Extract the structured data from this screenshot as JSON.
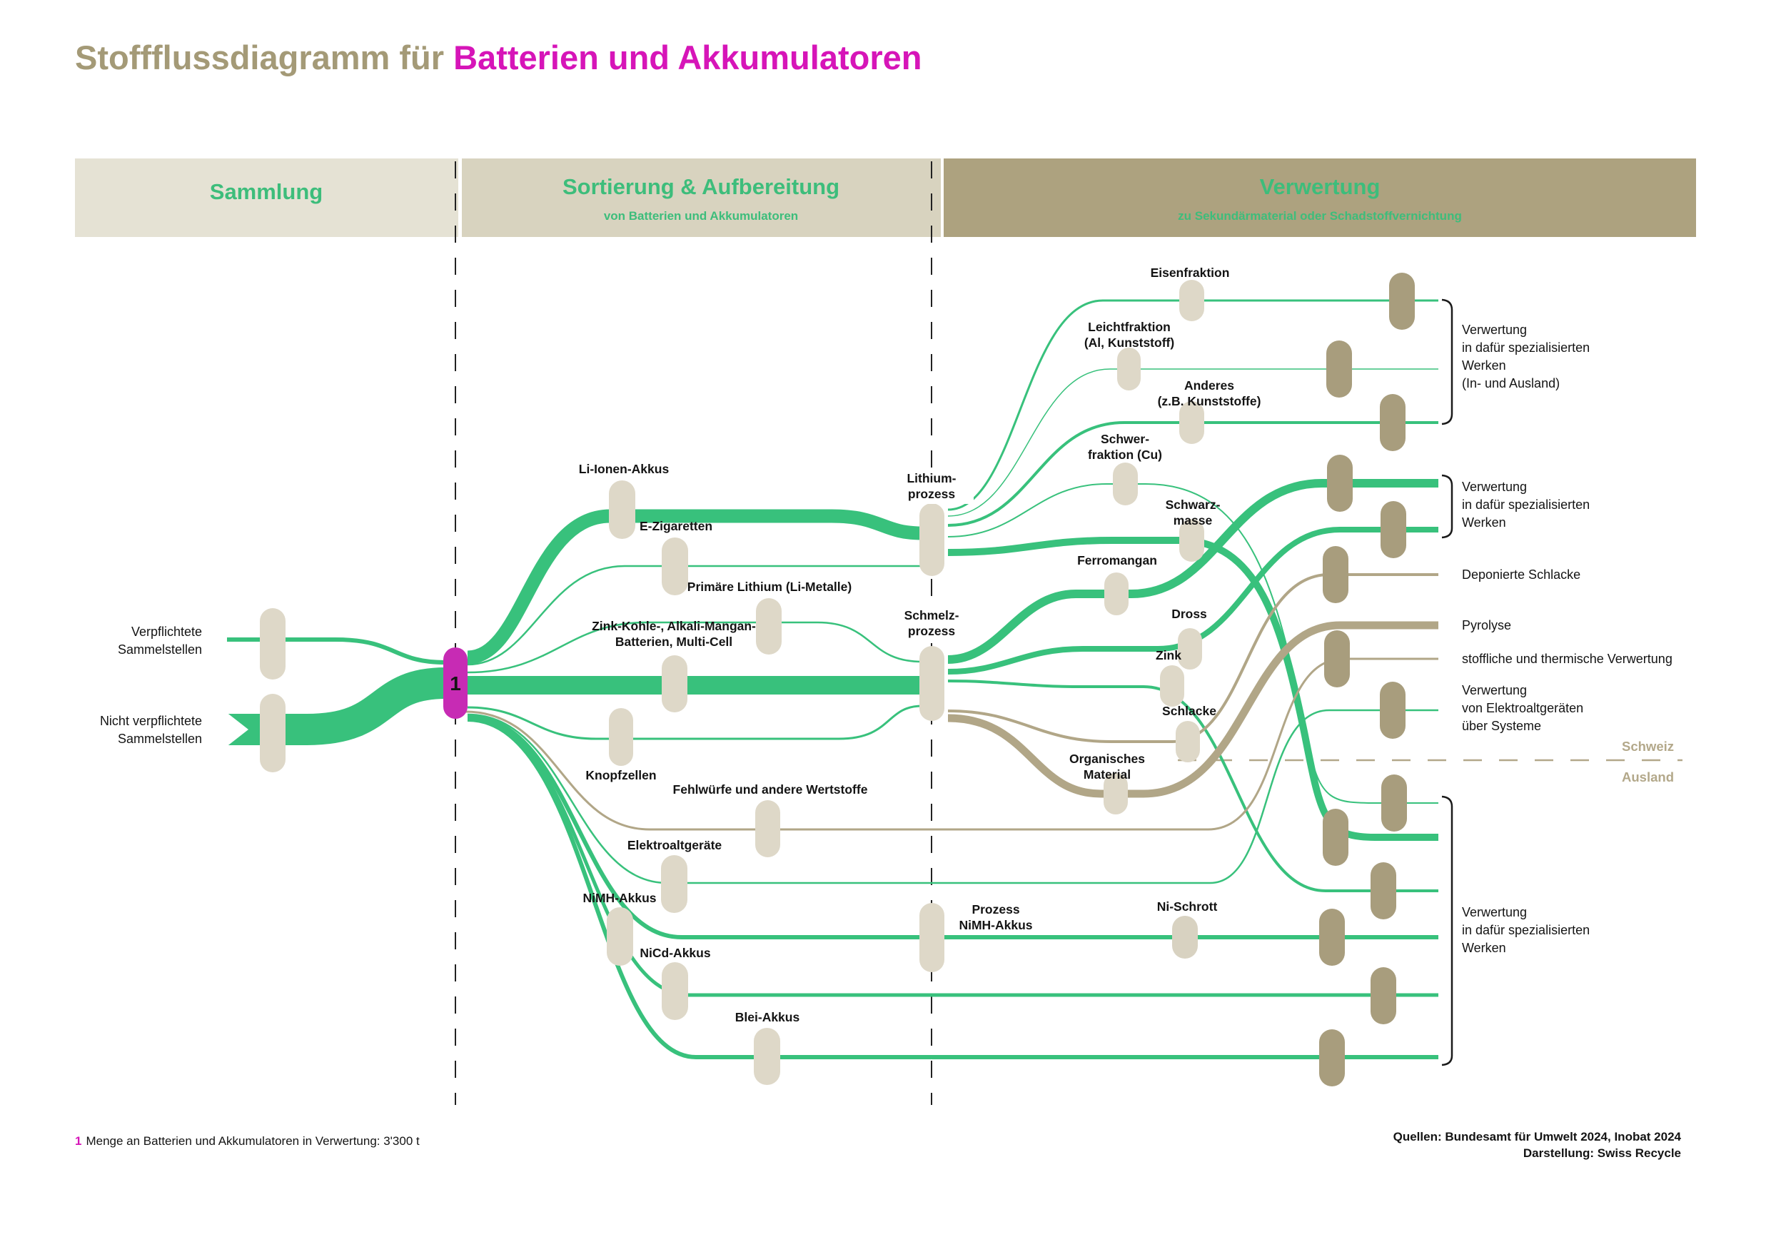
{
  "title": {
    "prefix": "Stoffflussdiagramm für ",
    "highlight": "Batterien und Akkumulatoren"
  },
  "stages": [
    {
      "label": "Sammlung",
      "sublabel": ""
    },
    {
      "label": "Sortierung & Aufbereitung",
      "sublabel": "von Batterien und Akkumulatoren"
    },
    {
      "label": "Verwertung",
      "sublabel": "zu Sekundärmaterial oder Schadstoffvernichtung"
    }
  ],
  "sources": [
    {
      "lines": [
        "Verpflichtete",
        "Sammelstellen"
      ]
    },
    {
      "lines": [
        "Nicht verpflichtete",
        "Sammelstellen"
      ]
    }
  ],
  "collection_node": {
    "label": "1"
  },
  "sorted_types": {
    "li_ionen": "Li-Ionen-Akkus",
    "e_zigaretten": "E-Zigaretten",
    "primaer_lithium": "Primäre Lithium (Li-Metalle)",
    "zink_kohle": {
      "lines": [
        "Zink-Kohle-, Alkali-Mangan-",
        "Batterien, Multi-Cell"
      ]
    },
    "knopfzellen": "Knopfzellen",
    "fehlwuerfe": "Fehlwürfe und andere Wertstoffe",
    "elektroaltgeraete": "Elektroaltgeräte",
    "nimh": "NiMH-Akkus",
    "nicd": "NiCd-Akkus",
    "blei": "Blei-Akkus"
  },
  "processes": {
    "lithium": {
      "lines": [
        "Lithium-",
        "prozess"
      ]
    },
    "schmelz": {
      "lines": [
        "Schmelz-",
        "prozess"
      ]
    },
    "nimh": {
      "lines": [
        "Prozess",
        "NiMH-Akkus"
      ]
    }
  },
  "fractions": {
    "eisen": "Eisenfraktion",
    "leicht": {
      "lines": [
        "Leichtfraktion",
        "(Al, Kunststoff)"
      ]
    },
    "anderes": {
      "lines": [
        "Anderes",
        "(z.B. Kunststoffe)"
      ]
    },
    "schwer": {
      "lines": [
        "Schwer-",
        "fraktion (Cu)"
      ]
    },
    "schwarzmasse": {
      "lines": [
        "Schwarz-",
        "masse"
      ]
    },
    "ferromangan": "Ferromangan",
    "dross": "Dross",
    "zink": "Zink",
    "schlacke": "Schlacke",
    "organisch": {
      "lines": [
        "Organisches",
        "Material"
      ]
    },
    "ni_schrott": "Ni-Schrott"
  },
  "outputs": {
    "werke_inland_ausland": {
      "lines": [
        "Verwertung",
        "in dafür spezialisierten",
        "Werken",
        "(In- und Ausland)"
      ]
    },
    "werke_mitte": {
      "lines": [
        "Verwertung",
        "in dafür spezialisierten",
        "Werken"
      ]
    },
    "deponierte_schlacke": "Deponierte Schlacke",
    "pyrolyse": "Pyrolyse",
    "stofflich_thermisch": "stoffliche und thermische Verwertung",
    "verwertung_elektro": {
      "lines": [
        "Verwertung",
        "von Elektroaltgeräten",
        "über Systeme"
      ]
    },
    "werke_unten": {
      "lines": [
        "Verwertung",
        "in dafür spezialisierten",
        "Werken"
      ]
    }
  },
  "regions": {
    "top": "Schweiz",
    "bottom": "Ausland"
  },
  "footnote": {
    "marker": "1",
    "text": "Menge an Batterien und Akkumulatoren in Verwertung: 3'300 t"
  },
  "credits": {
    "line1": "Quellen: Bundesamt für Umwelt 2024, Inobat 2024",
    "line2": "Darstellung: Swiss Recycle"
  },
  "colors": {
    "flow_green": "#38c17c",
    "flow_tan": "#b1a687",
    "node_light": "#ded8c8",
    "node_dark": "#a89d7d",
    "node_magenta": "#c72bb4",
    "title_taupe": "#a49a77",
    "title_magenta": "#d615b8",
    "band1_bg": "#e5e2d4",
    "band2_bg": "#d8d3bf",
    "band3_bg": "#ada27f",
    "stage_text_green": "#3dbd7b",
    "region_tan": "#b3a88a"
  },
  "links": [
    {
      "from": "Verpflichtete Sammelstellen",
      "to": "1"
    },
    {
      "from": "Nicht verpflichtete Sammelstellen",
      "to": "1"
    },
    {
      "from": "1",
      "via": "Li-Ionen-Akkus",
      "to": "Lithiumprozess"
    },
    {
      "from": "1",
      "via": "E-Zigaretten",
      "to": "Lithiumprozess"
    },
    {
      "from": "1",
      "via": "Primäre Lithium (Li-Metalle)",
      "to": "Schmelzprozess"
    },
    {
      "from": "1",
      "via": "Zink-Kohle-, Alkali-Mangan-Batterien, Multi-Cell",
      "to": "Schmelzprozess"
    },
    {
      "from": "1",
      "via": "Knopfzellen",
      "to": "Schmelzprozess"
    },
    {
      "from": "1",
      "via": "Fehlwürfe und andere Wertstoffe",
      "to": "stoffliche und thermische Verwertung"
    },
    {
      "from": "1",
      "via": "Elektroaltgeräte",
      "to": "Verwertung von Elektroaltgeräten über Systeme"
    },
    {
      "from": "1",
      "via": "NiMH-Akkus, Prozess NiMH-Akkus, Ni-Schrott",
      "to": "Verwertung in dafür spezialisierten Werken"
    },
    {
      "from": "1",
      "via": "NiCd-Akkus",
      "to": "Verwertung in dafür spezialisierten Werken"
    },
    {
      "from": "1",
      "via": "Blei-Akkus",
      "to": "Verwertung in dafür spezialisierten Werken"
    },
    {
      "from": "Lithiumprozess",
      "via": "Eisenfraktion",
      "to": "Verwertung in dafür spezialisierten Werken (In- und Ausland)"
    },
    {
      "from": "Lithiumprozess",
      "via": "Leichtfraktion (Al, Kunststoff)",
      "to": "Verwertung in dafür spezialisierten Werken (In- und Ausland)"
    },
    {
      "from": "Lithiumprozess",
      "via": "Anderes (z.B. Kunststoffe)",
      "to": "Verwertung in dafür spezialisierten Werken (In- und Ausland)"
    },
    {
      "from": "Lithiumprozess",
      "via": "Schwerfraktion (Cu)",
      "to": "Verwertung in dafür spezialisierten Werken (Ausland)"
    },
    {
      "from": "Lithiumprozess",
      "via": "Schwarzmasse",
      "to": "Verwertung in dafür spezialisierten Werken (Ausland)"
    },
    {
      "from": "Schmelzprozess",
      "via": "Ferromangan",
      "to": "Verwertung in dafür spezialisierten Werken"
    },
    {
      "from": "Schmelzprozess",
      "via": "Dross",
      "to": "Verwertung in dafür spezialisierten Werken"
    },
    {
      "from": "Schmelzprozess",
      "via": "Zink",
      "to": "Verwertung in dafür spezialisierten Werken (Ausland)"
    },
    {
      "from": "Schmelzprozess",
      "via": "Schlacke",
      "to": "Deponierte Schlacke"
    },
    {
      "from": "Schmelzprozess",
      "via": "Organisches Material",
      "to": "Pyrolyse"
    }
  ]
}
